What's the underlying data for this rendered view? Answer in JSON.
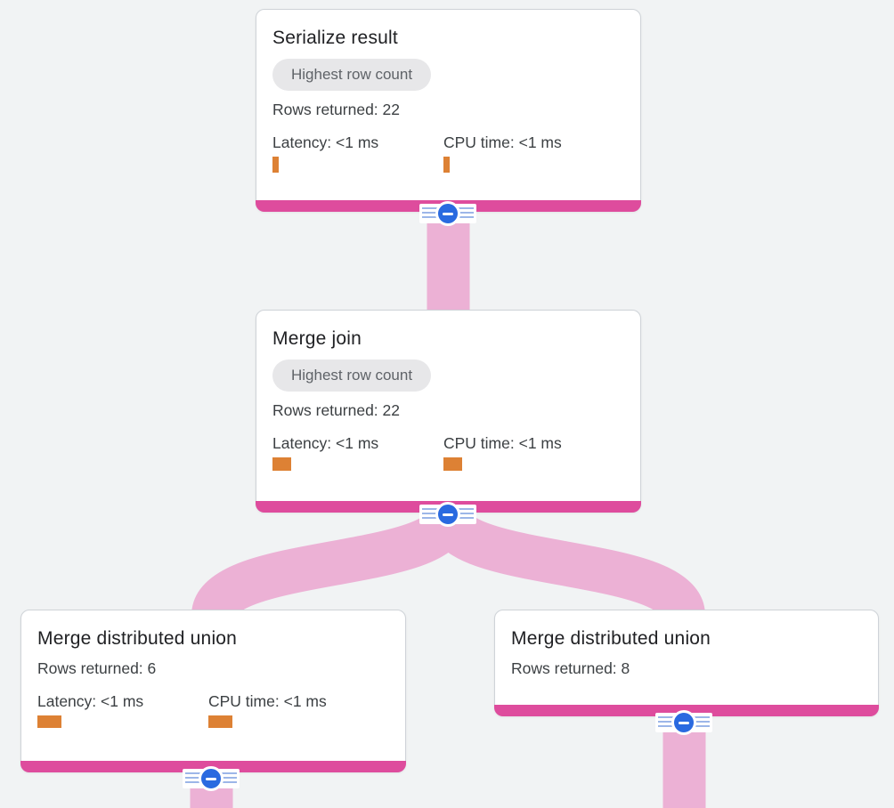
{
  "colors": {
    "background": "#f1f3f4",
    "card_bg": "#ffffff",
    "card_border": "#cfd3d8",
    "accent_bar": "#de4c9d",
    "link": "#ecb1d5",
    "connector_blue": "#2a6ae0",
    "stripe": "#9cb6e8",
    "metric_bar": "#dd8134",
    "title_text": "#202124",
    "body_text": "#3c4043",
    "badge_bg": "#e7e7e9",
    "badge_text": "#5f6368"
  },
  "icons": {
    "collapse": "minus-icon"
  },
  "nodes": [
    {
      "title": "Serialize result",
      "badge": "Highest row count",
      "rows_returned": "Rows returned: 22",
      "metrics": [
        {
          "label": "Latency: <1 ms",
          "bar": {
            "w": 7,
            "h": 18
          }
        },
        {
          "label": "CPU time: <1 ms",
          "bar": {
            "w": 7,
            "h": 18
          }
        }
      ]
    },
    {
      "title": "Merge join",
      "badge": "Highest row count",
      "rows_returned": "Rows returned: 22",
      "metrics": [
        {
          "label": "Latency: <1 ms",
          "bar": {
            "w": 21,
            "h": 15
          }
        },
        {
          "label": "CPU time: <1 ms",
          "bar": {
            "w": 21,
            "h": 15
          }
        }
      ]
    },
    {
      "title": "Merge distributed union",
      "rows_returned": "Rows returned: 6",
      "metrics": [
        {
          "label": "Latency: <1 ms",
          "bar": {
            "w": 27,
            "h": 14
          }
        },
        {
          "label": "CPU time: <1 ms",
          "bar": {
            "w": 27,
            "h": 14
          }
        }
      ]
    },
    {
      "title": "Merge distributed union",
      "rows_returned": "Rows returned: 8",
      "metrics": []
    }
  ]
}
